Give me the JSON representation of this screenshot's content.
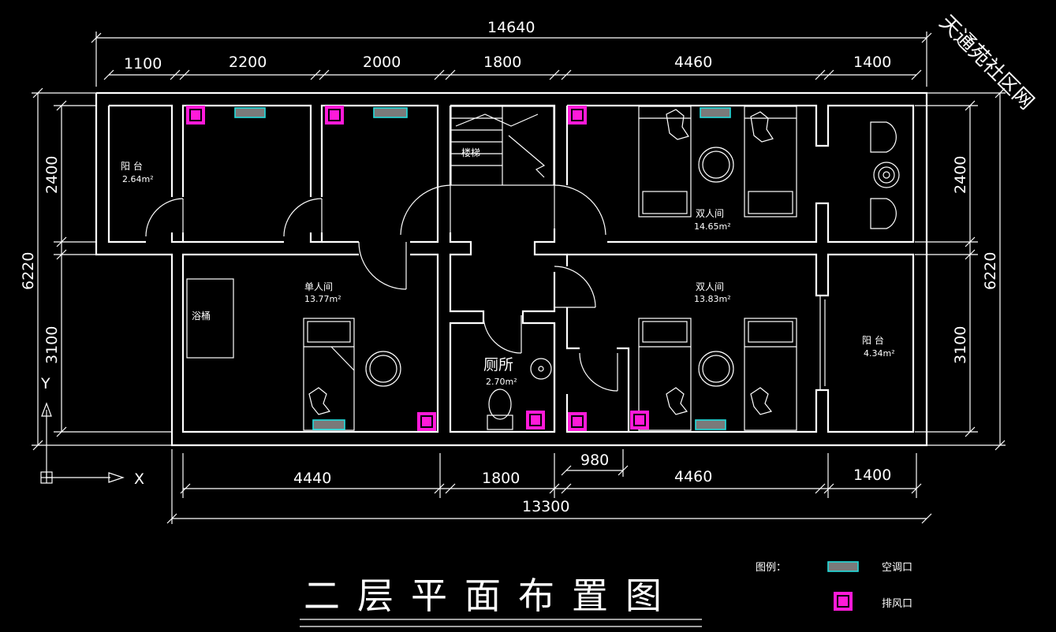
{
  "watermark": "天通苑社区网",
  "title": "二层平面布置图",
  "dims": {
    "top_total": "14640",
    "top": [
      "1100",
      "2200",
      "2000",
      "1800",
      "4460",
      "1400"
    ],
    "bottom": [
      "4440",
      "1800",
      "980",
      "4460",
      "1400"
    ],
    "bottom_total": "13300",
    "left_total": "6220",
    "left": [
      "2400",
      "3100"
    ],
    "right_total": "6220",
    "right": [
      "2400",
      "3100"
    ]
  },
  "rooms": {
    "balcony_nw": {
      "name": "阳 台",
      "area": "2.64m²"
    },
    "stairs": {
      "name": "楼梯"
    },
    "double_ne": {
      "name": "双人间",
      "area": "14.65m²"
    },
    "single": {
      "name": "单人间",
      "area": "13.77m²"
    },
    "bathtub": {
      "name": "浴桶"
    },
    "toilet": {
      "name": "厕所",
      "area": "2.70m²"
    },
    "double_se": {
      "name": "双人间",
      "area": "13.83m²"
    },
    "balcony_se": {
      "name": "阳 台",
      "area": "4.34m²"
    }
  },
  "axes": {
    "x": "X",
    "y": "Y"
  },
  "legend": {
    "label": "图例：",
    "ac": "空调口",
    "vent": "排风口"
  },
  "colors": {
    "ac_outline": "#22dddd",
    "vent": "#ff1ad9",
    "background": "#000000"
  }
}
